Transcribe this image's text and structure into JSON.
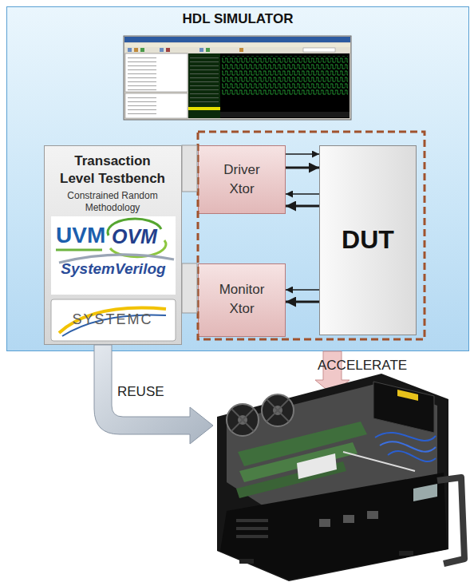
{
  "diagram": {
    "nodes": [
      {
        "text": [
          "HDL SIMULATOR"
        ]
      },
      {
        "text": [
          "Transaction Level Testbench",
          "Constrained Random Methodology",
          "UVM",
          "OVM",
          "SystemVerilog",
          "SYSTEMC"
        ],
        "in": 0
      },
      {
        "text": [
          "Driver Xtor"
        ],
        "in": 0
      },
      {
        "text": [
          "Monitor Xtor"
        ],
        "in": 0
      },
      {
        "text": [
          "DUT"
        ],
        "in": 0
      }
    ],
    "edges": [
      {
        "from": 2,
        "to": 4,
        "arrow": "to"
      },
      {
        "from": 2,
        "to": 4,
        "arrow": "to"
      },
      {
        "from": 4,
        "to": 2,
        "arrow": "to"
      },
      {
        "from": 4,
        "to": 2,
        "arrow": "to"
      },
      {
        "from": 4,
        "to": 3,
        "arrow": "to"
      },
      {
        "from": 4,
        "to": 3,
        "arrow": "to"
      }
    ],
    "labels": [
      "REUSE",
      "ACCELERATE"
    ]
  }
}
